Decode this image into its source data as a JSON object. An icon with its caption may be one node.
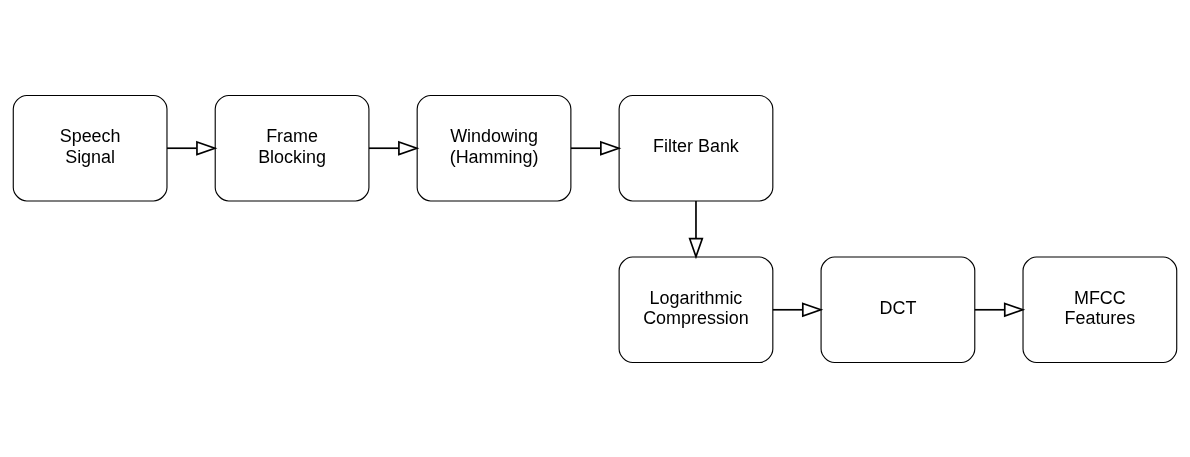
{
  "diagram": {
    "nodes": [
      {
        "text": [
          "Speech Signal"
        ]
      },
      {
        "text": [
          "Frame Blocking"
        ]
      },
      {
        "text": [
          "Windowing (Hamming)"
        ]
      },
      {
        "text": [
          "Filter Bank"
        ]
      },
      {
        "text": [
          "Logarithmic Compression"
        ]
      },
      {
        "text": [
          "DCT"
        ]
      },
      {
        "text": [
          "MFCC Features"
        ]
      }
    ],
    "edges": [
      {
        "from": 0,
        "to": 1,
        "arrow": "to"
      },
      {
        "from": 1,
        "to": 2,
        "arrow": "to"
      },
      {
        "from": 2,
        "to": 3,
        "arrow": "to"
      },
      {
        "from": 3,
        "to": 4,
        "arrow": "to"
      },
      {
        "from": 4,
        "to": 5,
        "arrow": "to"
      },
      {
        "from": 5,
        "to": 6,
        "arrow": "to"
      }
    ]
  }
}
